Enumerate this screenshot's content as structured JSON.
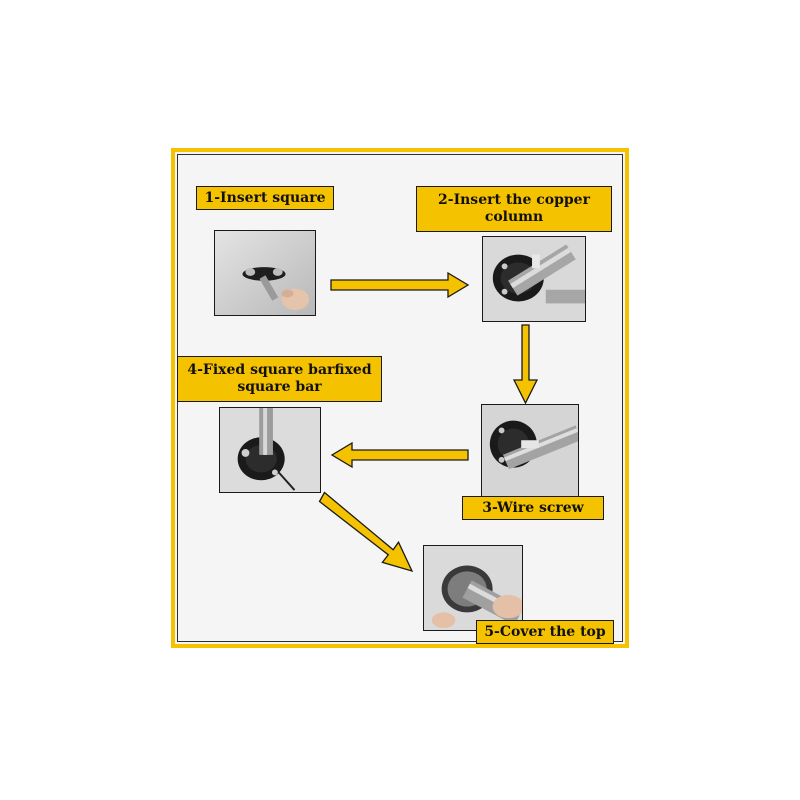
{
  "steps": [
    {
      "label": "1-Insert square"
    },
    {
      "label": "2-Insert the copper column"
    },
    {
      "label": "3-Wire screw"
    },
    {
      "label": "4-Fixed square barfixed square bar"
    },
    {
      "label": "5-Cover the top"
    }
  ],
  "colors": {
    "frame": "#f5c200",
    "label_fill": "#f5c200",
    "arrow_fill": "#f5c200",
    "arrow_outline": "#1a1a1a"
  }
}
